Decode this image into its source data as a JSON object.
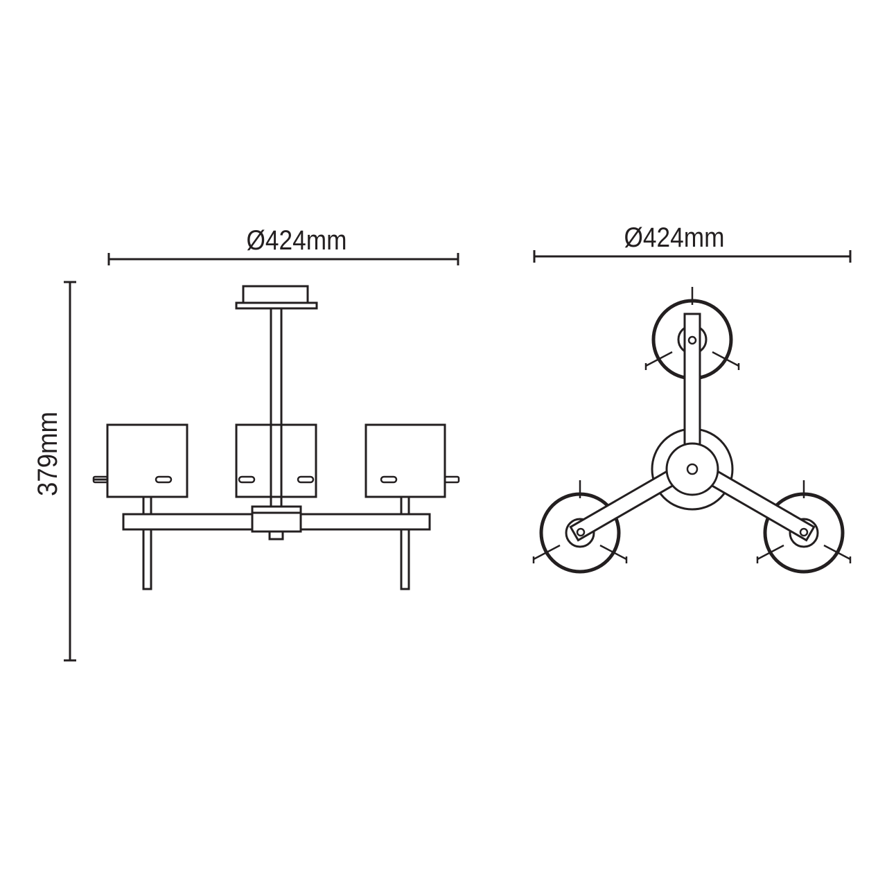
{
  "side_view": {
    "width_label": "Ø424mm",
    "height_label": "379mm"
  },
  "top_view": {
    "width_label": "Ø424mm"
  }
}
